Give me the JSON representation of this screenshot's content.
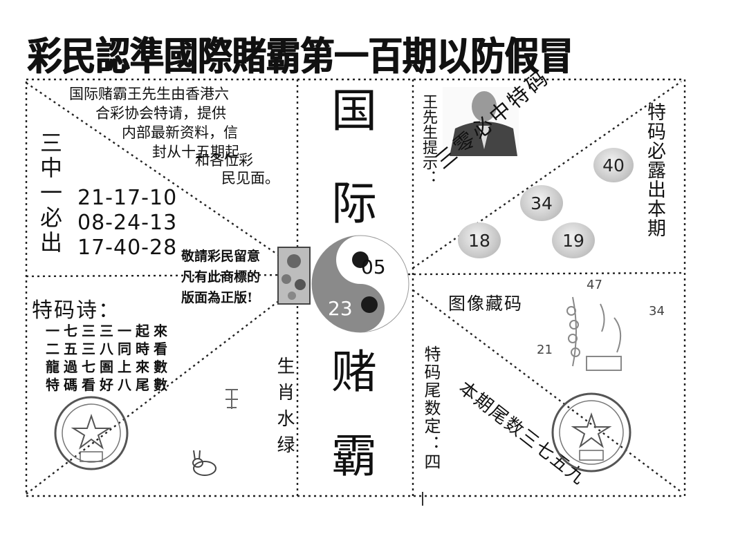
{
  "headline": "彩民認準國際賭霸第一百期以防假冒",
  "intro_lines": [
    "国际赌霸王先生由香港六",
    "合彩协会特请，提供",
    "内部最新资料，信",
    "封从十五期起",
    "和各位彩",
    "民见面。"
  ],
  "combo_label": "三中一必出",
  "combos": [
    "21-17-10",
    "08-24-13",
    "17-40-28"
  ],
  "title_chars": [
    "国",
    "际",
    "赌",
    "霸"
  ],
  "notice_lines": [
    "敬請彩民留意",
    "凡有此商標的",
    "版面為正版!"
  ],
  "yin_yang_numbers": {
    "top": "05",
    "bottom": "23"
  },
  "wang_tip": "王先生提示：",
  "diagonal_tip": "三零必中特码",
  "right_vertical": "特码必露出本期",
  "balls": [
    "40",
    "34",
    "18",
    "19"
  ],
  "poem_title": "特码诗：",
  "poem_lines": [
    "一七三三一起來",
    "二五三八同時看",
    "龍過七圄上來數",
    "特碼看好八尾數"
  ],
  "zodiac_text": "生肖水绿",
  "tail_vertical": "特码尾数定：四",
  "image_code_label": "图像藏码",
  "image_code_numbers": {
    "a": "47",
    "b": "34",
    "c": "21"
  },
  "diagonal_tail": "本期尾数三七五九",
  "colors": {
    "ink": "#111111",
    "ball": "#c9c9c9",
    "yin": "#8a8a8a"
  }
}
